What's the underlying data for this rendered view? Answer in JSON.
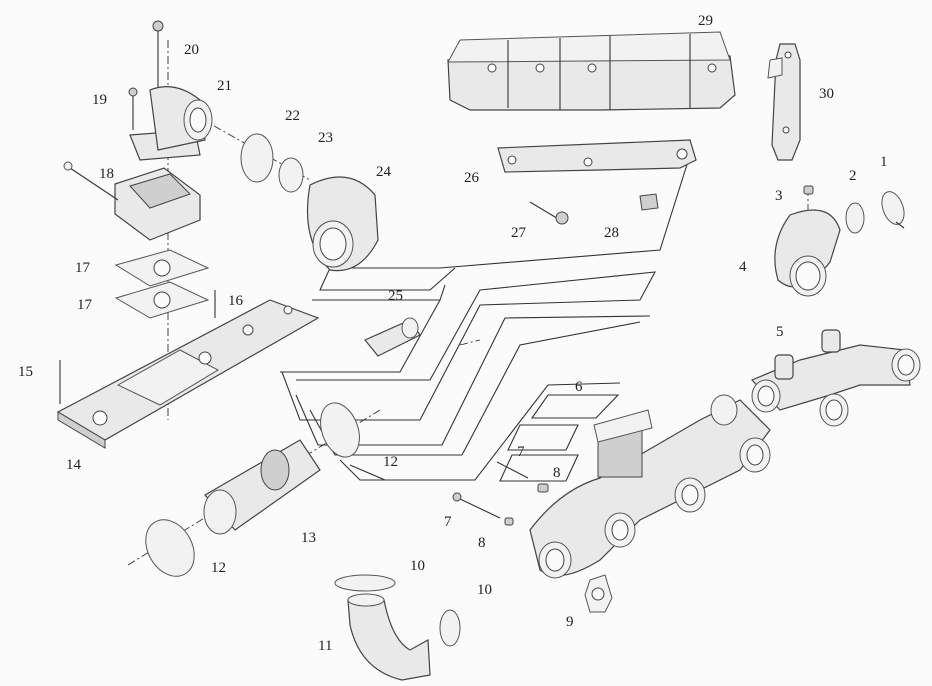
{
  "callouts": [
    {
      "id": "1",
      "text": "1"
    },
    {
      "id": "2",
      "text": "2"
    },
    {
      "id": "3",
      "text": "3"
    },
    {
      "id": "4",
      "text": "4"
    },
    {
      "id": "5",
      "text": "5"
    },
    {
      "id": "6",
      "text": "6"
    },
    {
      "id": "7a",
      "text": "7"
    },
    {
      "id": "7b",
      "text": "7"
    },
    {
      "id": "8a",
      "text": "8"
    },
    {
      "id": "8b",
      "text": "8"
    },
    {
      "id": "9",
      "text": "9"
    },
    {
      "id": "10a",
      "text": "10"
    },
    {
      "id": "10b",
      "text": "10"
    },
    {
      "id": "11",
      "text": "11"
    },
    {
      "id": "12a",
      "text": "12"
    },
    {
      "id": "12b",
      "text": "12"
    },
    {
      "id": "13",
      "text": "13"
    },
    {
      "id": "14",
      "text": "14"
    },
    {
      "id": "15",
      "text": "15"
    },
    {
      "id": "16",
      "text": "16"
    },
    {
      "id": "17a",
      "text": "17"
    },
    {
      "id": "17b",
      "text": "17"
    },
    {
      "id": "18",
      "text": "18"
    },
    {
      "id": "19",
      "text": "19"
    },
    {
      "id": "20",
      "text": "20"
    },
    {
      "id": "21",
      "text": "21"
    },
    {
      "id": "22",
      "text": "22"
    },
    {
      "id": "23",
      "text": "23"
    },
    {
      "id": "24",
      "text": "24"
    },
    {
      "id": "25",
      "text": "25"
    },
    {
      "id": "26",
      "text": "26"
    },
    {
      "id": "27",
      "text": "27"
    },
    {
      "id": "28",
      "text": "28"
    },
    {
      "id": "29",
      "text": "29"
    },
    {
      "id": "30",
      "text": "30"
    }
  ],
  "parts": [
    "heat-shield",
    "mounting-bracket",
    "hose-clamp",
    "o-ring",
    "bolt",
    "elbow-pipe",
    "exhaust-manifold-front",
    "exhaust-manifold-rear",
    "bolt",
    "nut",
    "manifold-gasket",
    "hose-clamp",
    "elbow-hose",
    "hose-clamp",
    "intake-pipe",
    "intake-manifold-plate",
    "bolt",
    "bolt",
    "gasket",
    "gasket",
    "intake-heater",
    "bolt",
    "bolt",
    "intake-connector",
    "hose-clamp",
    "o-ring",
    "elbow-pipe",
    "union-fitting",
    "support-strap",
    "stud",
    "banjo-fitting"
  ]
}
